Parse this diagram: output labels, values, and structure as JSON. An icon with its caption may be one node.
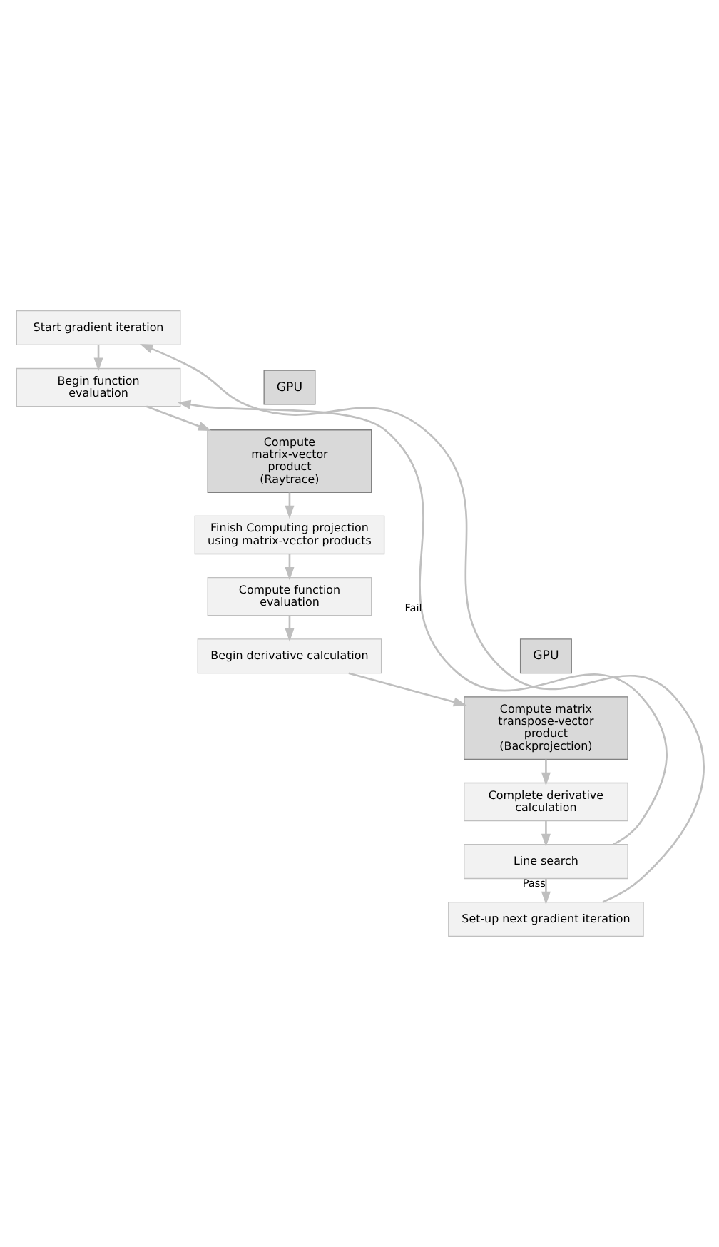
{
  "diagram": {
    "nodes": [
      {
        "text": [
          "Start gradient iteration"
        ]
      },
      {
        "text": [
          "Begin function evaluation"
        ]
      },
      {
        "text": [
          "GPU"
        ]
      },
      {
        "text": [
          "Compute matrix-vector product (Raytrace)"
        ]
      },
      {
        "text": [
          "Finish Computing projection using matrix-vector products"
        ]
      },
      {
        "text": [
          "Compute function evaluation"
        ]
      },
      {
        "text": [
          "Begin derivative calculation"
        ]
      },
      {
        "text": [
          "GPU"
        ]
      },
      {
        "text": [
          "Compute matrix transpose-vector product (Backprojection)"
        ]
      },
      {
        "text": [
          "Complete derivative calculation"
        ]
      },
      {
        "text": [
          "Line search"
        ]
      },
      {
        "text": [
          "Set-up next gradient iteration"
        ]
      }
    ],
    "edges": [
      {
        "from": 0,
        "to": 1,
        "arrow": "to"
      },
      {
        "from": 1,
        "to": 3,
        "arrow": "to"
      },
      {
        "from": 3,
        "to": 4,
        "arrow": "to"
      },
      {
        "from": 4,
        "to": 5,
        "arrow": "to"
      },
      {
        "from": 5,
        "to": 6,
        "arrow": "to"
      },
      {
        "from": 6,
        "to": 8,
        "arrow": "to"
      },
      {
        "from": 8,
        "to": 9,
        "arrow": "to"
      },
      {
        "from": 9,
        "to": 10,
        "arrow": "to"
      },
      {
        "from": 10,
        "to": 1,
        "arrow": "to",
        "label": "Fail"
      },
      {
        "from": 10,
        "to": 11,
        "arrow": "to",
        "label": "Pass"
      },
      {
        "from": 11,
        "to": 0,
        "arrow": "to"
      }
    ]
  }
}
